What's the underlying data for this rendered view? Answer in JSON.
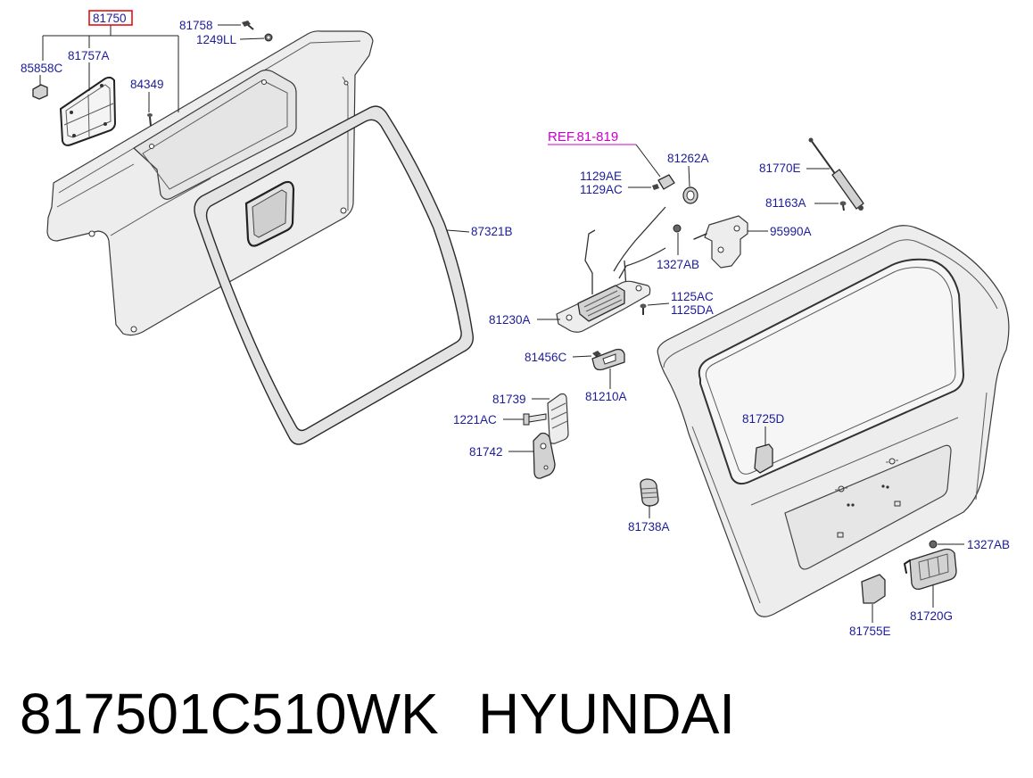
{
  "diagram": {
    "highlighted_callout": "81750",
    "reference": "REF.81-819",
    "callouts": [
      "81758",
      "1249LL",
      "85858C",
      "81757A",
      "84349",
      "87321B",
      "81262A",
      "1129AE",
      "1129AC",
      "81770E",
      "81163A",
      "95990A",
      "1327AB",
      "1125AC",
      "1125DA",
      "81230A",
      "81456C",
      "81210A",
      "81739",
      "1221AC",
      "81742",
      "81725D",
      "81738A",
      "1327AB",
      "81720G",
      "81755E"
    ]
  },
  "caption": {
    "part_number": "817501C510WK",
    "brand": "HYUNDAI"
  },
  "colors": {
    "callout_text": "#1c1c9a",
    "reference_text": "#cc00cc",
    "highlight_box": "#e60000",
    "caption_text": "#000000"
  }
}
